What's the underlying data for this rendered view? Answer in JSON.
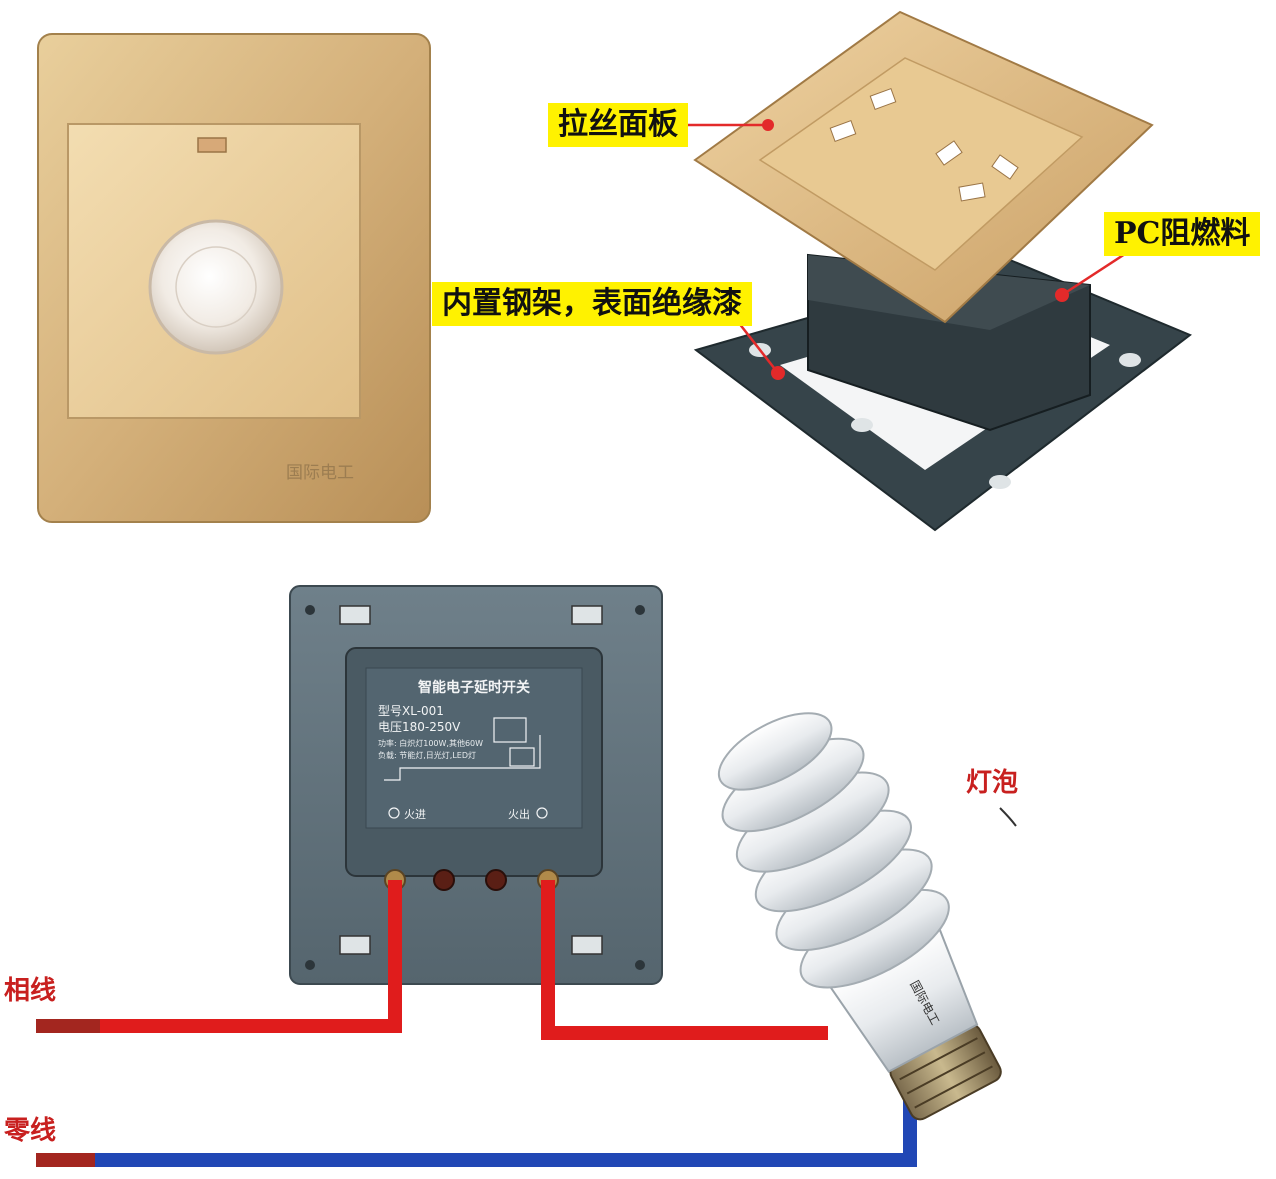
{
  "panel_labels": {
    "brushed_face": "拉丝面板",
    "pc_material": "PC阻燃料",
    "steel_frame": "内置钢架，表面绝缘漆"
  },
  "switch_back": {
    "title": "智能电子延时开关",
    "model": "型号XL-001",
    "voltage": "电压180-250V",
    "power": "功率: 白炽灯100W,其他60W",
    "load": "负载: 节能灯,日光灯,LED灯",
    "fire_in": "火进",
    "fire_out": "火出",
    "brand_mark": "国际电工"
  },
  "wiring_labels": {
    "phase": "相线",
    "neutral": "零线",
    "bulb": "灯泡"
  },
  "colors": {
    "gold": "#d8b47a",
    "panel_gray": "#5f707a",
    "live_wire": "#e01c1c",
    "neutral_wire": "#2147b5",
    "callout": "#fff200"
  }
}
